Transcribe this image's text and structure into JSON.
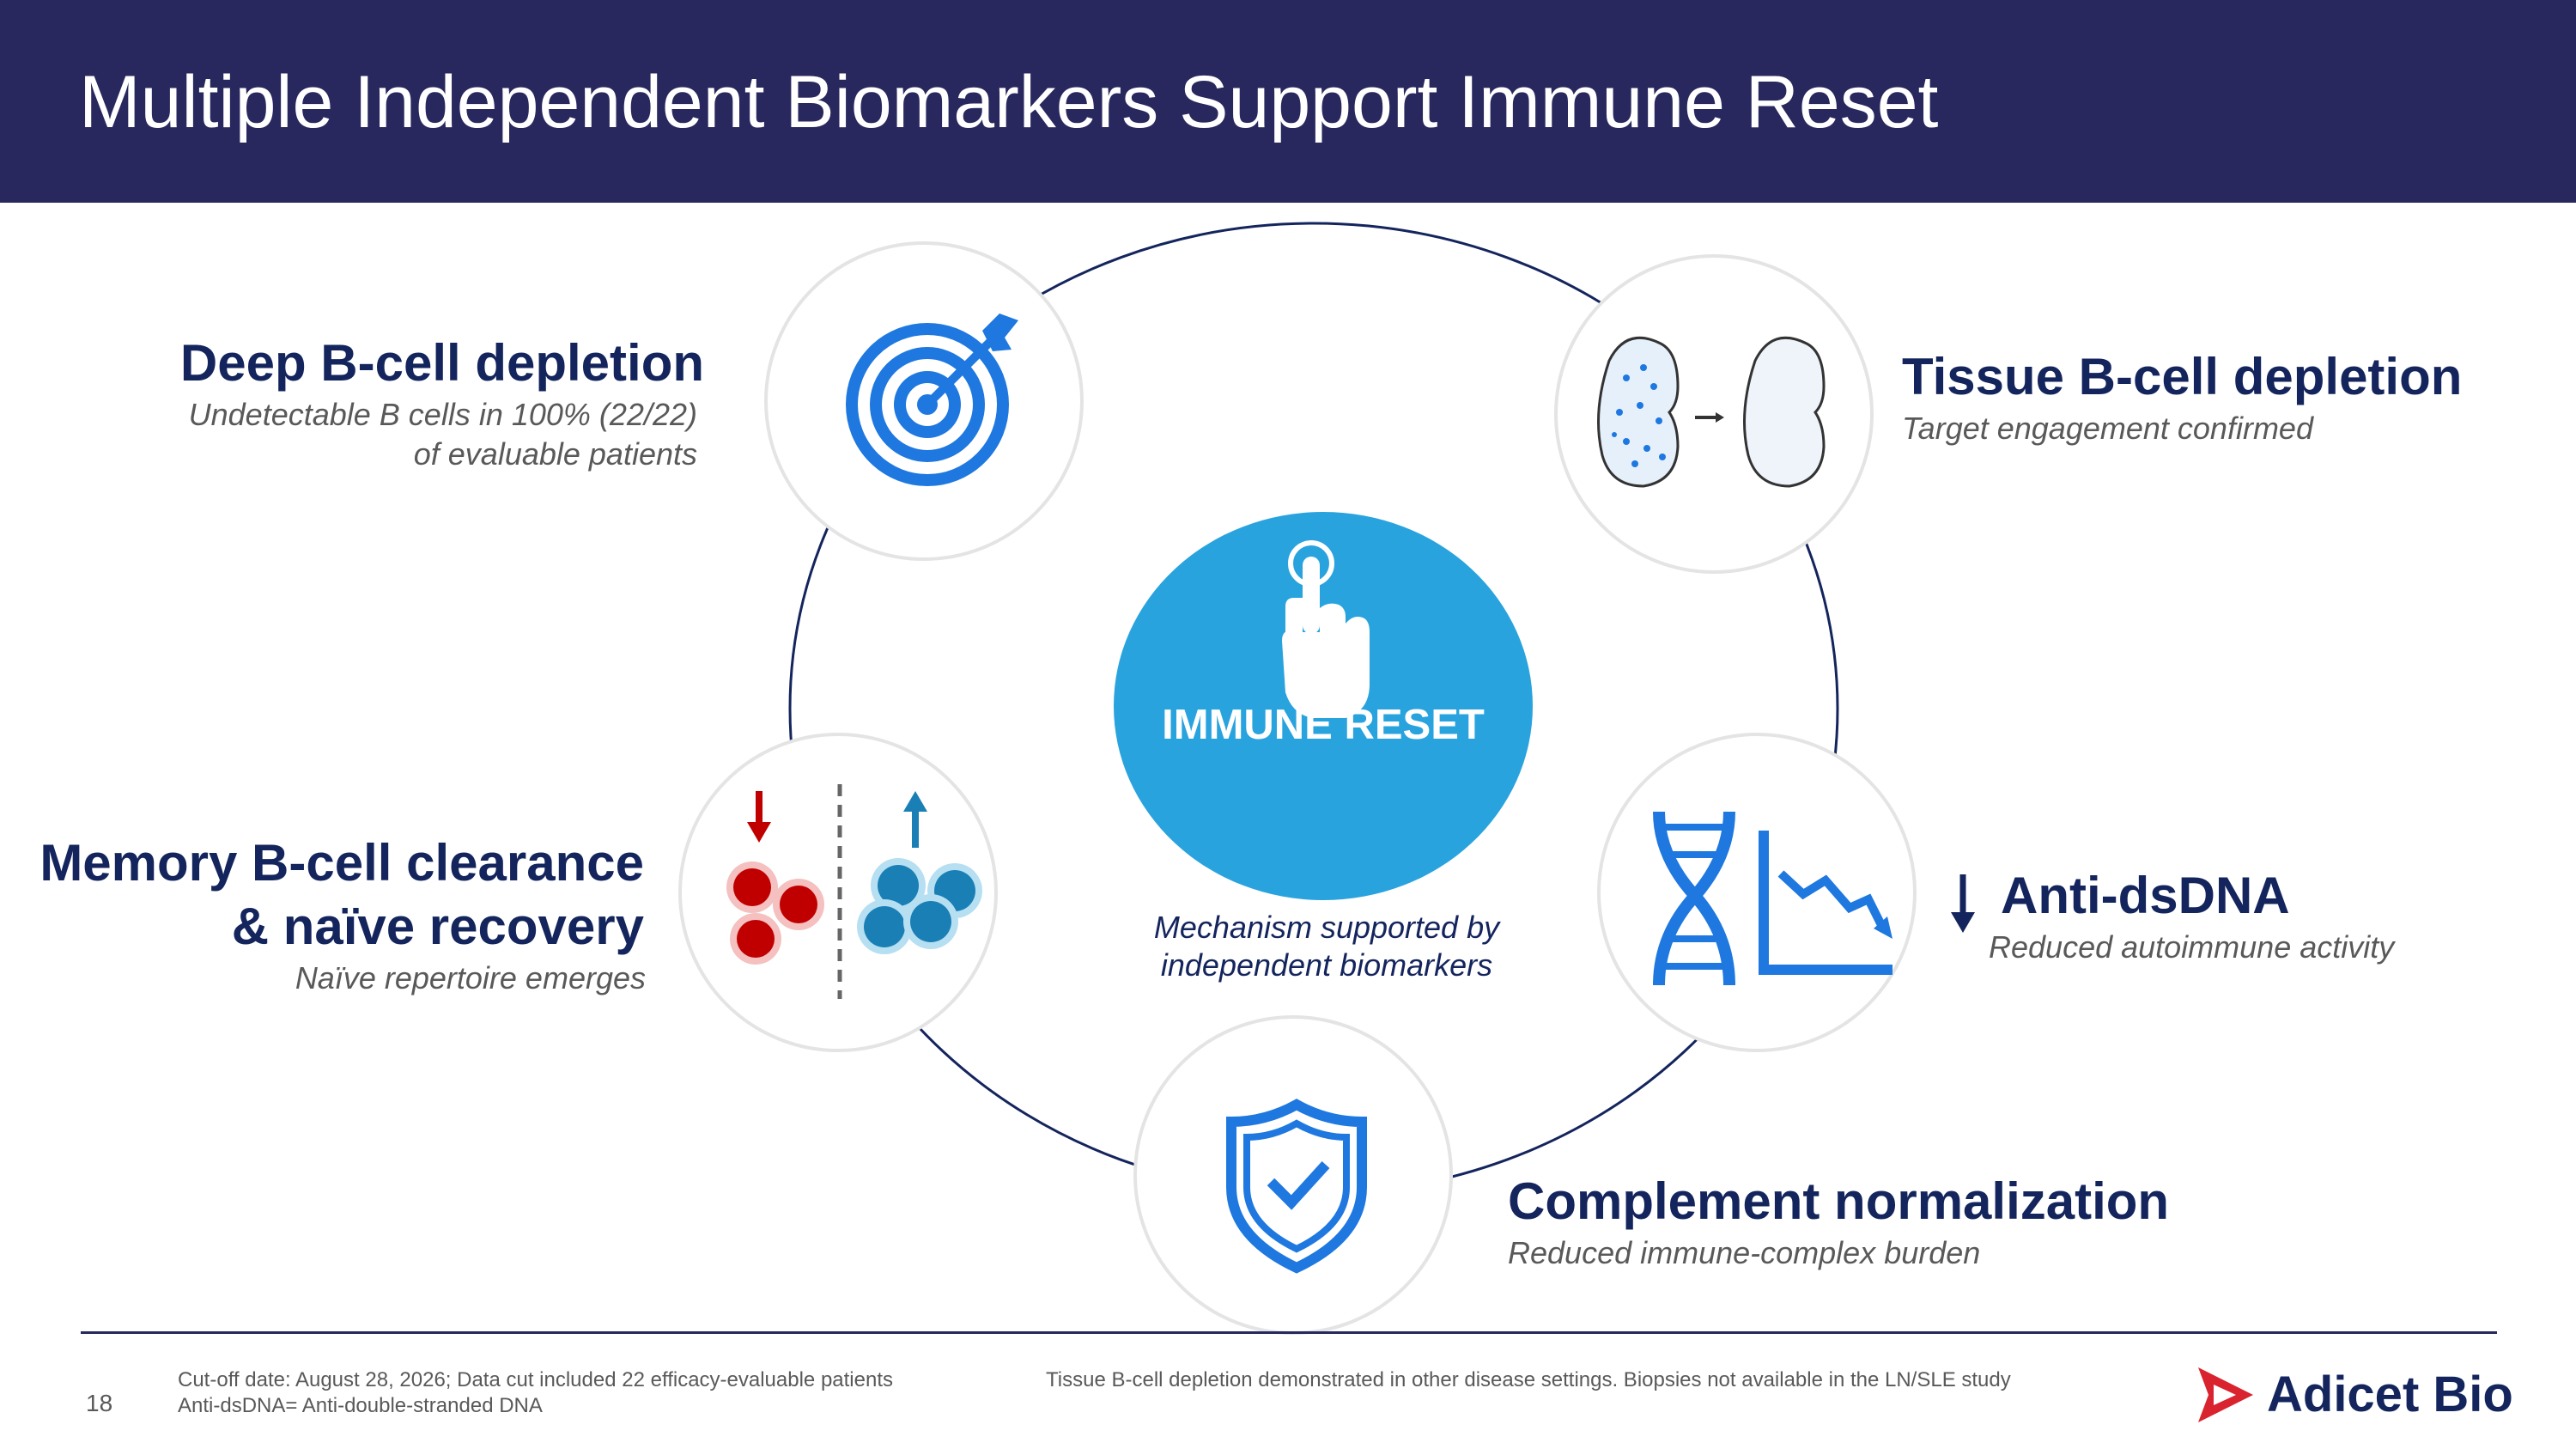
{
  "header": {
    "title": "Multiple Independent Biomarkers Support Immune Reset"
  },
  "center": {
    "label": "IMMUNE RESET",
    "caption_line1": "Mechanism supported by",
    "caption_line2": "independent biomarkers"
  },
  "items": {
    "deep": {
      "title": "Deep B-cell depletion",
      "sub1": "Undetectable B cells in 100% (22/22)",
      "sub2": "of evaluable patients"
    },
    "tissue": {
      "title": "Tissue B-cell depletion",
      "sub": "Target engagement confirmed"
    },
    "memory": {
      "title1": "Memory B-cell clearance",
      "title2": "& naïve recovery",
      "sub": "Naïve repertoire emerges"
    },
    "dsdna": {
      "title": "Anti-dsDNA",
      "sub": "Reduced autoimmune activity"
    },
    "complement": {
      "title": "Complement normalization",
      "sub": "Reduced immune-complex burden"
    }
  },
  "footer": {
    "page": "18",
    "note1": "Cut-off date: August 28, 2026; Data cut included 22 efficacy-evaluable patients",
    "note2": "Anti-dsDNA= Anti-double-stranded DNA",
    "note3": "Tissue B-cell depletion demonstrated in other disease settings. Biopsies not available in the LN/SLE study",
    "logo": "Adicet Bio"
  },
  "colors": {
    "navy": "#28285e",
    "accent_blue": "#29a3de",
    "icon_blue": "#1e78e0",
    "red": "#c00000",
    "teal": "#1a7fb5"
  },
  "icons": [
    "target-icon",
    "kidney-icon",
    "touch-hand-icon",
    "cells-icon",
    "dna-chart-icon",
    "shield-check-icon",
    "down-arrow-icon",
    "logo-mark-icon"
  ]
}
